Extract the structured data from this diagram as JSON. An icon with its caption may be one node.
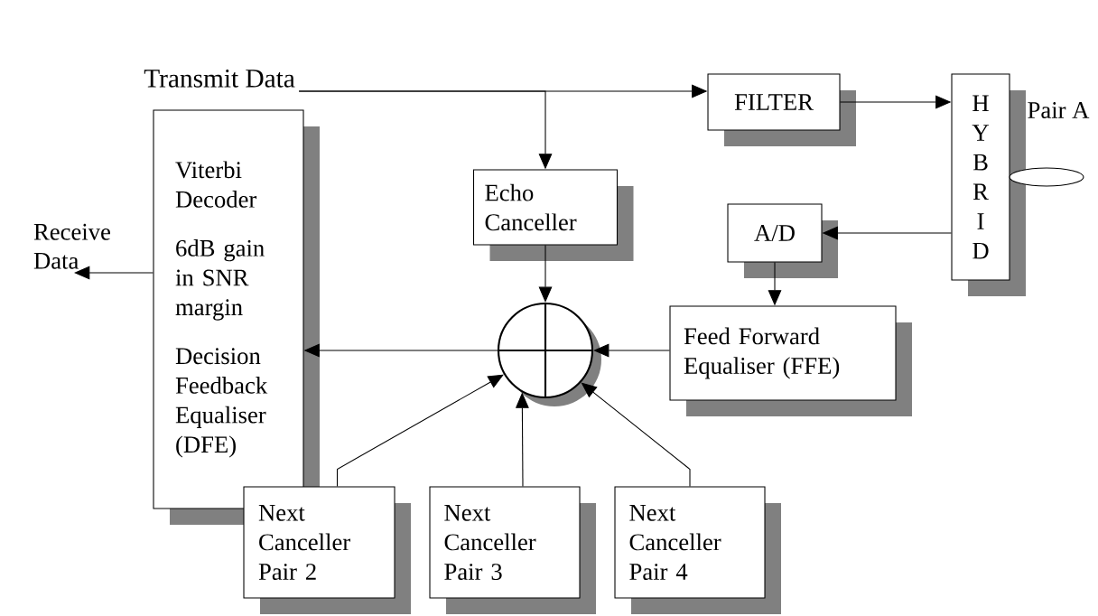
{
  "diagram": {
    "nodes": [
      {
        "text": [
          "Transmit Data"
        ]
      },
      {
        "text": [
          "Viterbi Decoder",
          "6dB gain in SNR margin",
          "Decision Feedback Equaliser (DFE)"
        ]
      },
      {
        "text": [
          "Receive Data"
        ]
      },
      {
        "text": [
          "Echo Canceller"
        ]
      },
      {
        "text": [
          "FILTER"
        ]
      },
      {
        "text": [
          "H Y B R I D"
        ]
      },
      {
        "text": [],
        "shape": "ellipse"
      },
      {
        "text": [
          "A/D"
        ]
      },
      {
        "text": [
          "Feed Forward Equaliser (FFE)"
        ]
      },
      {
        "text": [],
        "shape": "circle"
      },
      {
        "text": [
          "Next Canceller Pair 2"
        ]
      },
      {
        "text": [
          "Next Canceller Pair 3"
        ]
      },
      {
        "text": [
          "Next Canceller Pair 4"
        ]
      }
    ],
    "edges": [
      {
        "from": 0,
        "to": 4,
        "arrow": "to"
      },
      {
        "from": 0,
        "to": 3,
        "arrow": "to"
      },
      {
        "from": 4,
        "to": 5,
        "arrow": "to"
      },
      {
        "from": 5,
        "to": 7,
        "arrow": "to"
      },
      {
        "from": 7,
        "to": 8,
        "arrow": "to"
      },
      {
        "from": 8,
        "to": 9,
        "arrow": "to"
      },
      {
        "from": 3,
        "to": 9,
        "arrow": "to"
      },
      {
        "from": 9,
        "to": 1,
        "arrow": "to"
      },
      {
        "from": 1,
        "to": 2,
        "arrow": "to"
      },
      {
        "from": 10,
        "to": 9,
        "arrow": "to"
      },
      {
        "from": 11,
        "to": 9,
        "arrow": "to"
      },
      {
        "from": 12,
        "to": 9,
        "arrow": "to"
      }
    ],
    "labels": [
      "Pair A"
    ]
  }
}
